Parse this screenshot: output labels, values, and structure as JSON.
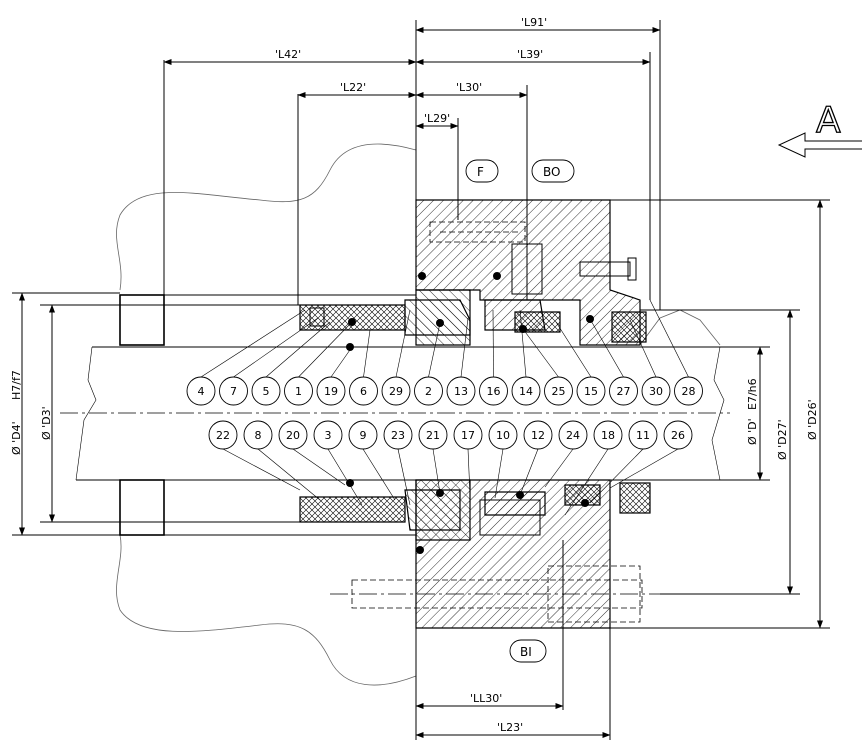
{
  "view_label": "A",
  "dimensions": {
    "L91": "'L91'",
    "L42": "'L42'",
    "L39": "'L39'",
    "L22": "'L22'",
    "L30": "'L30'",
    "L29": "'L29'",
    "LL30": "'LL30'",
    "L23": "'L23'"
  },
  "diameters": {
    "D4": "Ø 'D4'",
    "D4_fit": "H7/f7",
    "D3": "Ø 'D3'",
    "D": "Ø 'D'",
    "D_fit": "E7/h6",
    "D27": "Ø 'D27'",
    "D26": "Ø 'D26'"
  },
  "ports": {
    "F": "F",
    "BO": "BO",
    "BI": "BI"
  },
  "parts_row_top": [
    "4",
    "7",
    "5",
    "1",
    "19",
    "6",
    "29",
    "2",
    "13",
    "16",
    "14",
    "25",
    "15",
    "27",
    "30",
    "28"
  ],
  "parts_row_bottom": [
    "22",
    "8",
    "20",
    "3",
    "9",
    "23",
    "21",
    "17",
    "10",
    "12",
    "24",
    "18",
    "11",
    "26"
  ]
}
